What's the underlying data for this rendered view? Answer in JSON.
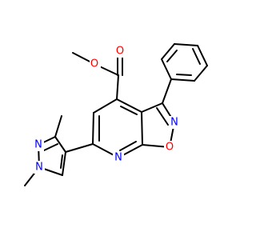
{
  "molecule": {
    "atoms": [
      {
        "symbol": "O",
        "color": "#ff0000",
        "role": "carbonyl-oxygen"
      },
      {
        "symbol": "O",
        "color": "#ff0000",
        "role": "ester-oxygen"
      },
      {
        "symbol": "N",
        "color": "#0000ff",
        "role": "isoxazole-nitrogen"
      },
      {
        "symbol": "O",
        "color": "#ff0000",
        "role": "isoxazole-oxygen"
      },
      {
        "symbol": "N",
        "color": "#0000ff",
        "role": "pyridine-nitrogen"
      },
      {
        "symbol": "N",
        "color": "#0000ff",
        "role": "pyrazole-nitrogen-2"
      },
      {
        "symbol": "N",
        "color": "#0000ff",
        "role": "pyrazole-nitrogen-1"
      }
    ]
  }
}
